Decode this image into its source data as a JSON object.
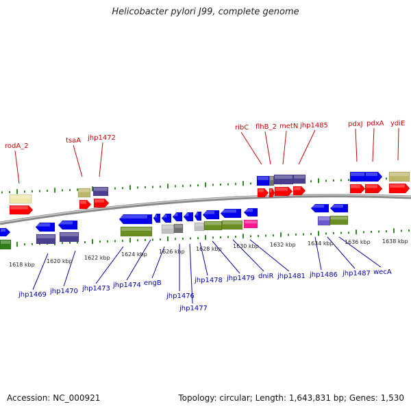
{
  "title": "Helicobacter pylori J99, complete genome",
  "footer": {
    "accession": "Accession: NC_000921",
    "summary": "Topology: circular; Length: 1,643,831 bp; Genes: 1,530"
  },
  "colors": {
    "backbone": "#8a8a8a",
    "tick": "#2e8b1f",
    "top_label": "#cc0000",
    "bottom_label": "#0000aa",
    "red": "#ff0000",
    "blue": "#0000ee",
    "indigo": "#4a3f8f",
    "olive": "#6b8e23",
    "khaki": "#bdb76b",
    "lightyellow": "#eee8aa",
    "gray": "#c0c0c0",
    "darkgray": "#707070",
    "magenta": "#ff1493",
    "darkgreen": "#2e7d1a",
    "periwinkle": "#6a5acd"
  },
  "tick_labels": [
    "1618 kbp",
    "1620 kbp",
    "1622 kbp",
    "1624 kbp",
    "1626 kbp",
    "1628 kbp",
    "1630 kbp",
    "1632 kbp",
    "1634 kbp",
    "1636 kbp",
    "1638 kbp"
  ],
  "top_labels": [
    "rodA_2",
    "tsaA",
    "jhp1472",
    "ribC",
    "flhB_2",
    "metN",
    "jhp1485",
    "pdxJ",
    "pdxA",
    "ydiE"
  ],
  "bottom_labels": [
    "jhp1469",
    "jhp1470",
    "jhp1473",
    "jhp1474",
    "engB",
    "jhp1476",
    "jhp1477",
    "jhp1478",
    "jhp1479",
    "dniR",
    "jhp1481",
    "jhp1486",
    "jhp1487",
    "wecA"
  ]
}
